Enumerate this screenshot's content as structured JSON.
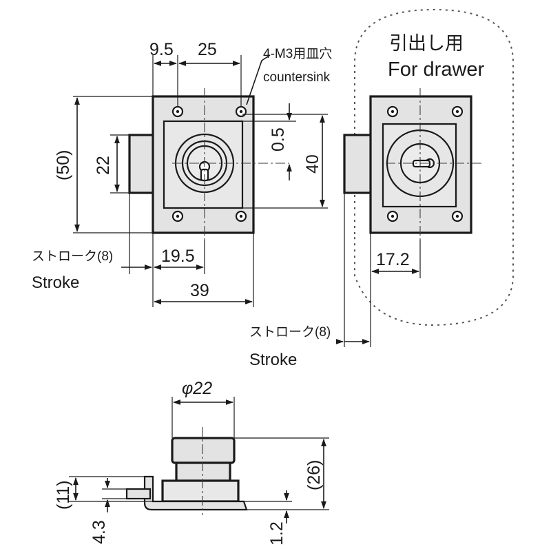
{
  "labels": {
    "dim_9_5": "9.5",
    "dim_25": "25",
    "countersink_jp": "4-M3用皿穴",
    "countersink_en": "countersink",
    "drawer_jp": "引出し用",
    "drawer_en": "For drawer",
    "dim_50": "(50)",
    "dim_22": "22",
    "dim_0_5": "0.5",
    "dim_40": "40",
    "stroke_jp_1": "ストローク(8)",
    "stroke_en_1": "Stroke",
    "dim_19_5": "19.5",
    "dim_39": "39",
    "dim_17_2": "17.2",
    "stroke_jp_2": "ストローク(8)",
    "stroke_en_2": "Stroke",
    "dim_phi22": "φ22",
    "dim_26": "(26)",
    "dim_11": "(11)",
    "dim_4_3": "4.3",
    "dim_1_2": "1.2"
  },
  "colors": {
    "line": "#1a1a1a",
    "part_fill": "#e3e3e3",
    "part_fill_dark": "#cfcfcf",
    "background": "#ffffff"
  }
}
